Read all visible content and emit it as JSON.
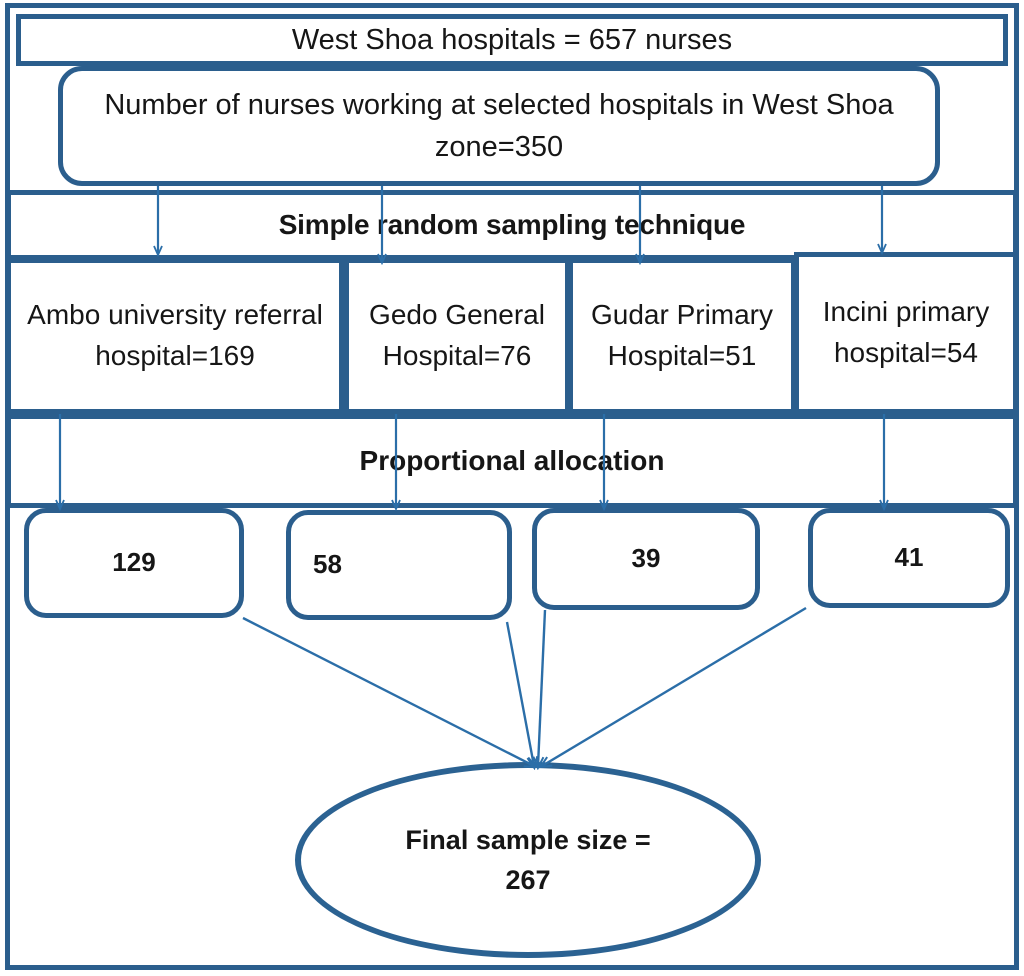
{
  "diagram": {
    "title": "Sampling procedure flowchart",
    "accent_color": "#2b5e8d",
    "text_color": "#161616",
    "background": "#ffffff"
  },
  "nodes": {
    "population": "West Shoa hospitals = 657 nurses",
    "selected_population": "Number of nurses working at selected hospitals in West Shoa zone=350",
    "sampling_technique_label": "Simple random sampling technique",
    "allocation_label": "Proportional allocation",
    "final_sample": "Final sample size = 267"
  },
  "hospitals": [
    {
      "name": "Ambo university referral hospital=169",
      "count": 169,
      "allocation": "129"
    },
    {
      "name": "Gedo General Hospital=76",
      "count": 76,
      "allocation": "58"
    },
    {
      "name": "Gudar Primary Hospital=51",
      "count": 51,
      "allocation": "39"
    },
    {
      "name": "Incini primary hospital=54",
      "count": 54,
      "allocation": "41"
    }
  ],
  "final": {
    "line1": "Final sample size =",
    "line2": "267"
  },
  "icons": {
    "arrow_down": "down-arrow-icon",
    "converge": "converging-arrow-icon"
  }
}
